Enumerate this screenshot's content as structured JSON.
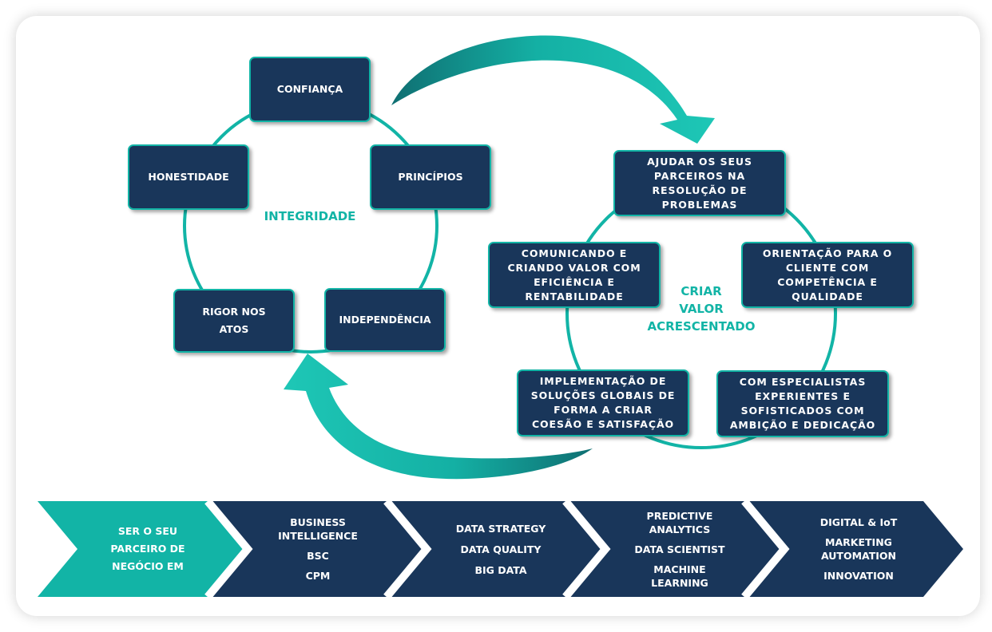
{
  "colors": {
    "navy": "#19365a",
    "teal": "#12b4a6",
    "white": "#ffffff"
  },
  "integrity_cycle": {
    "center_label": "INTEGRIDADE",
    "values": [
      "CONFIANÇA",
      "PRINCÍPIOS",
      "INDEPENDÊNCIA",
      "RIGOR  NOS\nATOS",
      "HONESTIDADE"
    ]
  },
  "value_cycle": {
    "center_label": "CRIAR\nVALOR\nACRESCENTADO",
    "steps": [
      "AJUDAR OS SEUS\nPARCEIROS NA\nRESOLUÇÃO DE\nPROBLEMAS",
      "ORIENTAÇÃO PARA O\nCLIENTE COM\nCOMPETÊNCIA E\nQUALIDADE",
      "COM ESPECIALISTAS\nEXPERIENTES E\nSOFISTICADOS COM\nAMBIÇÃO E DEDICAÇÃO",
      "IMPLEMENTAÇÃO DE\nSOLUÇÕES GLOBAIS DE\nFORMA A CRIAR\nCOESÃO E SATISFAÇÃO",
      "COMUNICANDO E\nCRIANDO VALOR COM\nEFICIÊNCIA E\nRENTABILIDADE"
    ]
  },
  "process": {
    "lead": "SER O SEU\nPARCEIRO DE\nNEGÓCIO EM",
    "stages": [
      {
        "lines": [
          "BUSINESS\nINTELLIGENCE",
          "BSC",
          "CPM"
        ]
      },
      {
        "lines": [
          "DATA STRATEGY",
          "DATA QUALITY",
          "BIG DATA"
        ]
      },
      {
        "lines": [
          "PREDICTIVE\nANALYTICS",
          "DATA SCIENTIST",
          "MACHINE\nLEARNING"
        ]
      },
      {
        "lines": [
          "DIGITAL & IoT",
          "MARKETING\nAUTOMATION",
          "INNOVATION"
        ]
      }
    ]
  }
}
